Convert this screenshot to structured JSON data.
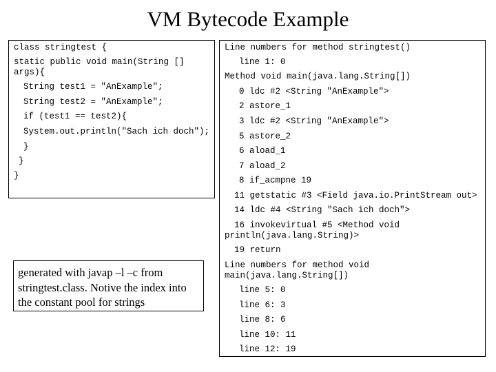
{
  "title": "VM Bytecode Example",
  "source_code": {
    "lines": [
      "class stringtest {",
      "static public void main(String [] args){",
      "String test1 = \"AnExample\";",
      "String test2 = \"AnExample\";",
      "if (test1 == test2){",
      "System.out.println(\"Sach ich doch\");",
      "}",
      "}",
      "}"
    ]
  },
  "bytecode": {
    "lines": [
      "Line numbers for method stringtest()",
      "line 1: 0",
      "Method void main(java.lang.String[])",
      "0 ldc #2 <String \"AnExample\">",
      "2 astore_1",
      "3 ldc #2 <String \"AnExample\">",
      "5 astore_2",
      "6 aload_1",
      "7 aload_2",
      "8 if_acmpne 19",
      "11 getstatic #3 <Field java.io.PrintStream out>",
      "14 ldc #4 <String \"Sach ich doch\">",
      "16 invokevirtual #5 <Method void println(java.lang.String)>",
      "19 return",
      "Line numbers for method void main(java.lang.String[])",
      "line 5: 0",
      "line 6: 3",
      "line 8: 6",
      "line 10: 11",
      "line 12: 19"
    ]
  },
  "note": "generated with javap –l –c from stringtest.class. Notive the index into the constant pool for strings"
}
